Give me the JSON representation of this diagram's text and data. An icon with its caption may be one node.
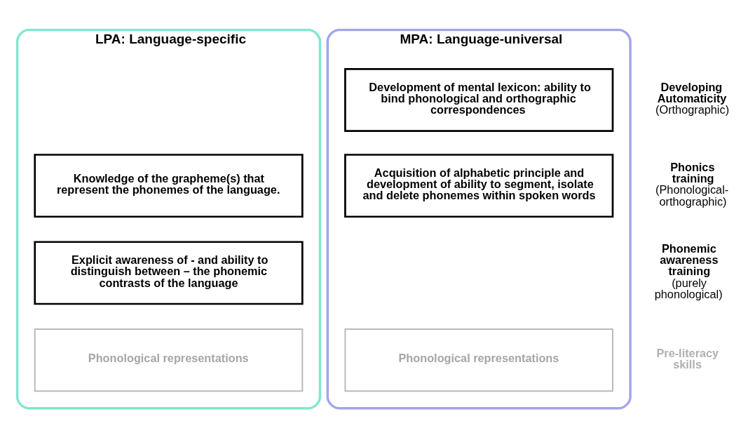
{
  "diagram": {
    "nodes": [
      {
        "text": [
          "LPA: Language-specific"
        ]
      },
      {
        "text": [
          "Knowledge of the grapheme(s) that represent the phonemes of the language."
        ],
        "in": 0
      },
      {
        "text": [
          "Explicit awareness of - and ability to distinguish between – the phonemic contrasts of the language"
        ],
        "in": 0
      },
      {
        "text": [
          "Phonological representations"
        ],
        "in": 0
      },
      {
        "text": [
          "MPA: Language-universal"
        ]
      },
      {
        "text": [
          "Development of mental lexicon: ability to bind phonological and orthographic correspondences"
        ],
        "in": 4
      },
      {
        "text": [
          "Acquisition of alphabetic principle and development of ability to segment, isolate and delete phonemes within spoken words"
        ],
        "in": 4
      },
      {
        "text": [
          "Phonological representations"
        ],
        "in": 4
      }
    ],
    "labels": [
      "Developing Automaticity",
      "(Orthographic)",
      "Phonics training",
      "(Phonological-orthographic)",
      "Phonemic awareness training",
      "(purely phonological)",
      "Pre-literacy skills"
    ]
  }
}
